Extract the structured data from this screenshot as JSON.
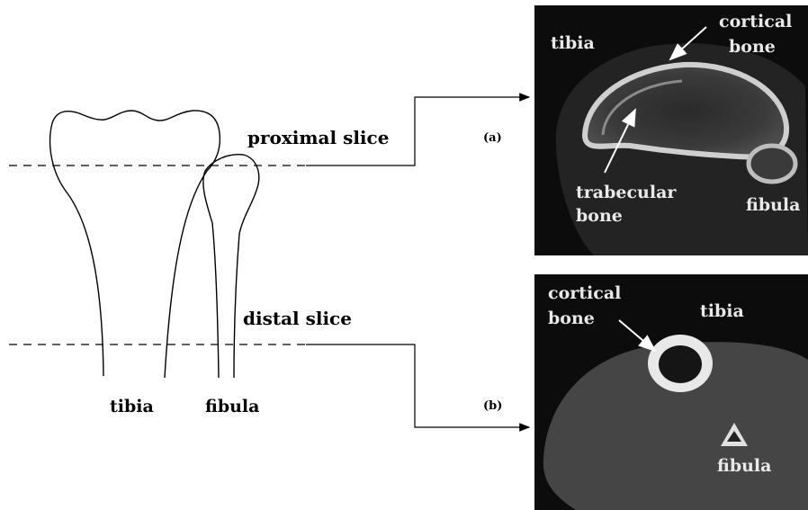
{
  "diagram": {
    "labels": {
      "proximal_slice": "proximal slice",
      "distal_slice": "distal slice",
      "tibia": "tibia",
      "fibula": "fibula"
    }
  },
  "panel_a": {
    "tag": "(a)",
    "tibia": "tibia",
    "cortical_line1": "cortical",
    "cortical_line2": "bone",
    "trabecular_line1": "trabecular",
    "trabecular_line2": "bone",
    "fibula": "fibula"
  },
  "panel_b": {
    "tag": "(b)",
    "cortical_line1": "cortical",
    "cortical_line2": "bone",
    "tibia": "tibia",
    "fibula": "fibula"
  }
}
